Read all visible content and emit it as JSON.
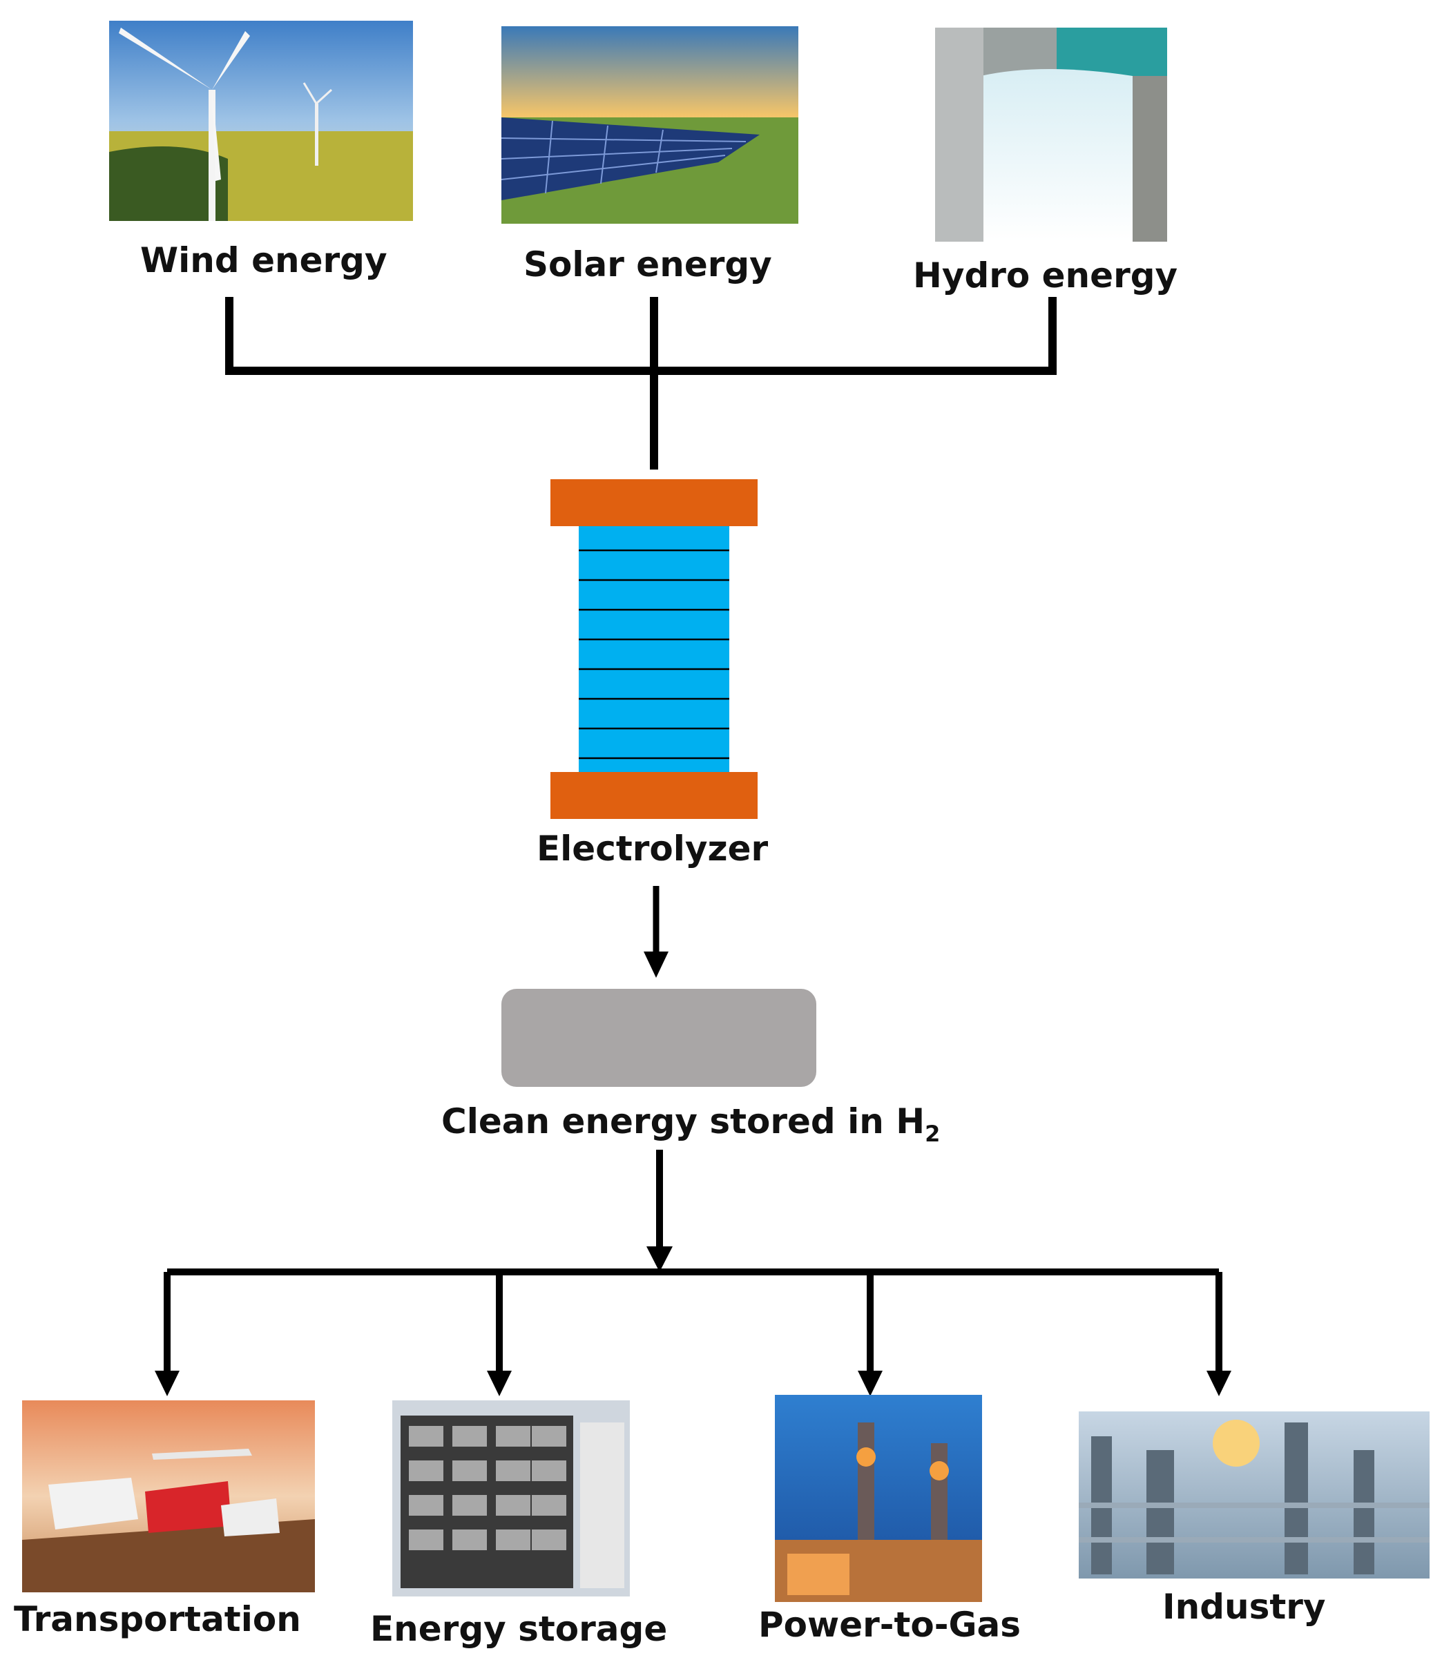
{
  "sources": [
    {
      "label": "Wind energy",
      "image": "wind-turbines-photo"
    },
    {
      "label": "Solar energy",
      "image": "solar-panels-photo"
    },
    {
      "label": "Hydro energy",
      "image": "hydro-dam-photo"
    }
  ],
  "electrolyzer": {
    "label": "Electrolyzer"
  },
  "storage": {
    "label_main": "Clean energy stored in H",
    "label_sub": "2"
  },
  "applications": [
    {
      "label": "Transportation",
      "image": "transport-vehicles-photo"
    },
    {
      "label": "Energy storage",
      "image": "battery-racks-photo"
    },
    {
      "label": "Power-to-Gas",
      "image": "power-plant-stacks-photo"
    },
    {
      "label": "Industry",
      "image": "industrial-plant-photo"
    }
  ],
  "colors": {
    "electrolyzer_plate": "#e06010",
    "electrolyzer_cells": "#00b0f0",
    "storage_tank": "#a9a6a6",
    "lines": "#000000"
  }
}
